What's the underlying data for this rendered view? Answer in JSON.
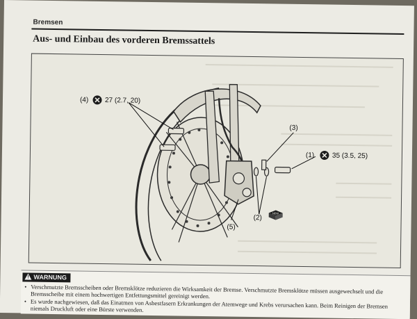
{
  "header": {
    "running_title": "Bremsen",
    "section_title": "Aus- und Einbau des vorderen Bremssattels"
  },
  "figure": {
    "callouts": [
      {
        "id": "callout-4",
        "number": "(4)",
        "torque": "27 (2.7, 20)"
      },
      {
        "id": "callout-3",
        "number": "(3)"
      },
      {
        "id": "callout-1",
        "number": "(1)",
        "torque": "35 (3.5, 25)"
      },
      {
        "id": "callout-2",
        "number": "(2)"
      },
      {
        "id": "callout-5",
        "number": "(5)"
      }
    ],
    "grease_tag": "NEW",
    "icons": [
      "torque-wrench-icon",
      "new-part-icon"
    ]
  },
  "warning": {
    "label": "WARNUNG",
    "items": [
      "Verschmutzte Bremsscheiben oder Bremsklötze reduzieren die Wirksamkeit der Bremse. Verschmutzte Bremsklötze müssen ausgewechselt und die Bremsscheibe mit einem hochwertigen Entfettungsmittel gereinigt werden.",
      "Es wurde nachgewiesen, daß das Einatmen von Asbestfasern Erkrankungen der Atemwege und Krebs verursachen kann. Beim Reinigen der Bremsen niemals Druckluft oder eine Bürste verwenden."
    ]
  },
  "colors": {
    "paper": "#ecebe4",
    "ink": "#1c1c1c",
    "warning_label_bg": "#1c1c1c"
  }
}
